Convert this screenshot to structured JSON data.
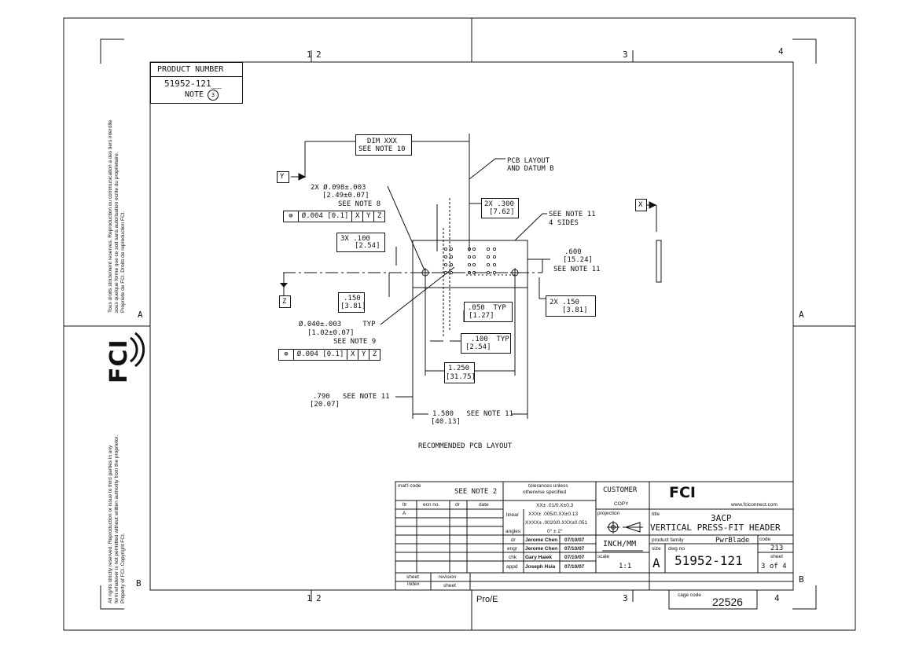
{
  "zones": {
    "col1": "1",
    "col2": "2",
    "col3": "3",
    "col4": "4",
    "rowA": "A",
    "rowB": "B",
    "pipe": "|"
  },
  "side_notice": {
    "top_lines": [
      "Tous droits strictement reserves. Reproduction ou communication a des tiers interdite",
      "sous quelque forme que ce soit sans autorisation ecrite du proprietaire.",
      "Propriete de FCI. Droits de reproduction FCI."
    ],
    "bottom_lines": [
      "All rights strictly reserved. Reproduction or issue to third parties in any",
      "form whatever is not permitted without written authority from the proprietor.",
      "Property of FCI. Copyright FCI."
    ],
    "logo_text": "FCI"
  },
  "product_box": {
    "label": "PRODUCT NUMBER",
    "number": "51952-121__",
    "note": "NOTE",
    "note_num": "3"
  },
  "drawing": {
    "dim_xxx": "DIM XXX",
    "see_note_10": "SEE NOTE 10",
    "pcb_layout": "PCB LAYOUT",
    "datum_b": "AND DATUM B",
    "hole_2x_a": "2X Ø.098±.003",
    "hole_2x_b": "[2.49±0.07]",
    "see_note_8": "SEE NOTE 8",
    "fcf_1": [
      "⊕",
      "Ø.004 [0.1]",
      "X",
      "Y",
      "Z"
    ],
    "dim_2x_300": "2X .300",
    "dim_2x_300_mm": "[7.62]",
    "see_note_11_4": "SEE NOTE 11",
    "four_sides": "4 SIDES",
    "dim_3x_100": "3X .100",
    "dim_3x_100_mm": "[2.54]",
    "dim_600": ".600",
    "dim_600_mm": "[15.24]",
    "see_note_11_b": "SEE NOTE 11",
    "dim_150": ".150",
    "dim_150_mm": "[3.81]",
    "dim_2x_150": "2X .150",
    "dim_2x_150_mm": "[3.81]",
    "dim_050": ".050  TYP",
    "dim_050_mm": "[1.27]",
    "hole_040_a": "Ø.040±.003     TYP",
    "hole_040_b": "[1.02±0.07]",
    "see_note_9": "SEE NOTE 9",
    "fcf_2": [
      "⊕",
      "Ø.004 [0.1]",
      "X",
      "Y",
      "Z"
    ],
    "dim_100_typ": ".100  TYP",
    "dim_100_typ_mm": "[2.54]",
    "dim_1250": "1.250",
    "dim_1250_mm": "[31.75]",
    "dim_790": ".790   SEE NOTE 11",
    "dim_790_mm": "[20.07]",
    "dim_1580": "1.580   SEE NOTE 11",
    "dim_1580_mm": "[40.13]",
    "caption": "RECOMMENDED PCB LAYOUT",
    "datum_x": "X",
    "datum_y": "Y",
    "datum_z": "Z"
  },
  "title_block": {
    "matl_code": "mat'l code",
    "see_note_2": "SEE NOTE 2",
    "tolerances": "tolerances unless",
    "otherwise": "otherwise specified",
    "customer": "CUSTOMER",
    "copy": "COPY",
    "rev_headers": [
      "ltr",
      "ecn no.",
      "dr",
      "date"
    ],
    "rev_first": "A",
    "linear": "linear",
    "tol_1": "XX± .01/0.X±0.3",
    "tol_2": "XXX± .005/0.XX±0.13",
    "tol_3": "XXXX± .0020/0.XXX±0.051",
    "angles": "angles",
    "angle_tol": "0° ± 2°",
    "projection": "projection",
    "signoffs": [
      {
        "role": "dr",
        "name": "Jerome Chen",
        "date": "07/10/07"
      },
      {
        "role": "engr",
        "name": "Jerome Chen",
        "date": "07/10/07"
      },
      {
        "role": "chk",
        "name": "Gary Haiek",
        "date": "07/10/07"
      },
      {
        "role": "appd",
        "name": "Joseph Hsia",
        "date": "07/10/07"
      }
    ],
    "units": "INCH/MM",
    "scale_label": "scale",
    "scale": "1:1",
    "logo": "FCI",
    "website": "www.fciconnect.com",
    "title_label": "title",
    "title_1": "3ACP",
    "title_2": "VERTICAL PRESS-FIT HEADER",
    "product_family_label": "product family",
    "product_family": "PwrBlade",
    "code_label": "code",
    "code": "213",
    "size_label": "size",
    "size": "A",
    "dwg_no_label": "dwg no",
    "dwg_no": "51952-121",
    "sheet_label": "sheet",
    "sheet": "3 of 4",
    "sheet_index": "sheet",
    "index": "index",
    "revision": "revision",
    "sheet2": "sheet",
    "cage_code_label": "cage code",
    "cage_code": "22526",
    "software": "Pro/E"
  }
}
